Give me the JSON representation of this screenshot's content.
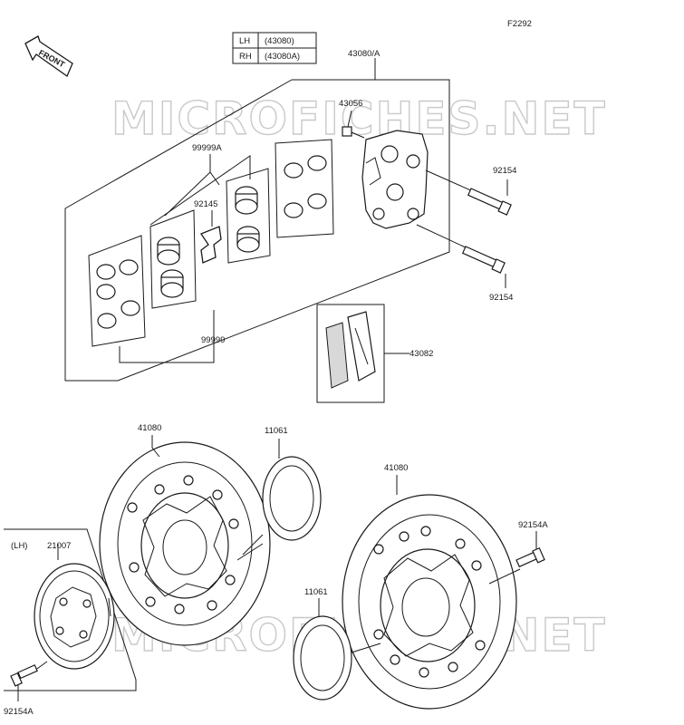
{
  "figure_code": "F2292",
  "front_arrow_label": "FRONT",
  "watermark_text": "MICROFICHES.NET",
  "variant_table": [
    {
      "side": "LH",
      "code": "(43080)"
    },
    {
      "side": "RH",
      "code": "(43080A)"
    }
  ],
  "side_label_lh": "(LH)",
  "callouts": {
    "caliper_assy": "43080/A",
    "bleeder": "43056",
    "piston_kit": "99999A",
    "seal_kit": "99999",
    "spring_pad": "92145",
    "bolt_upper": "92154",
    "bolt_lower": "92154",
    "pad_set": "43082",
    "disc_left": "41080",
    "disc_right": "41080",
    "shim_upper": "11061",
    "shim_lower": "11061",
    "bolt_disc_right": "92154A",
    "pulsar_rotor": "21007",
    "bolt_disc_left": "92154A"
  },
  "colors": {
    "line": "#1a1a1a",
    "watermark": "#c9c9c9",
    "shade": "#d8d8d8"
  }
}
